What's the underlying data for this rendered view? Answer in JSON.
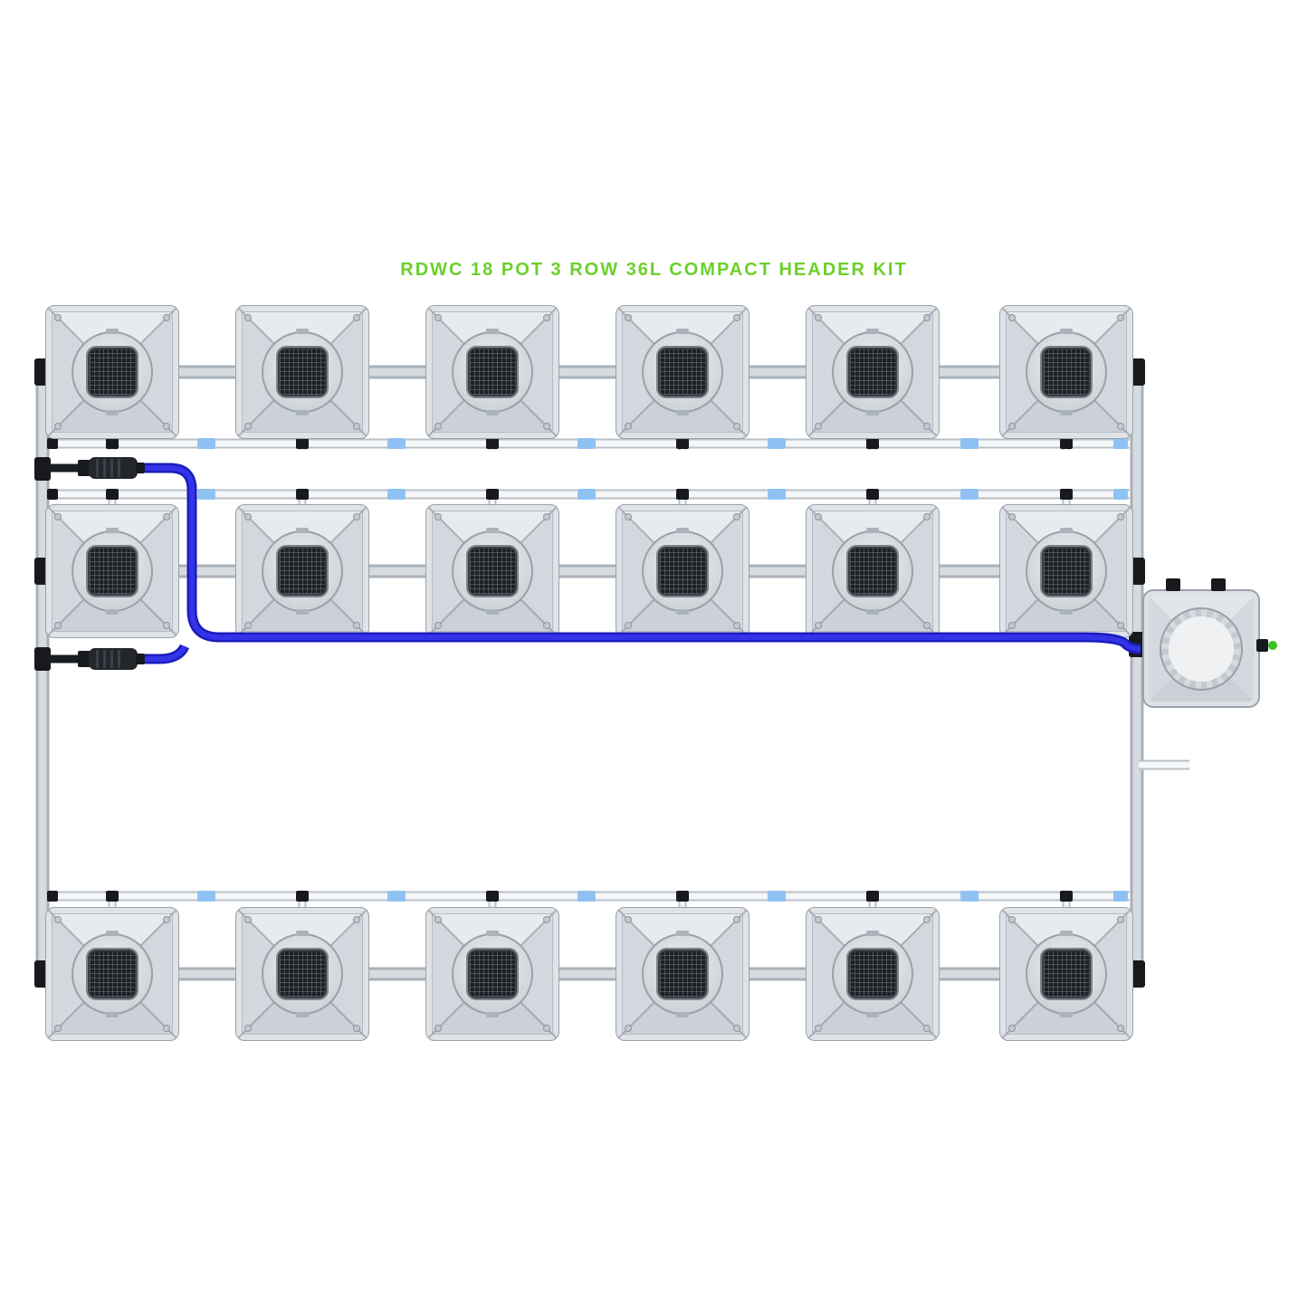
{
  "title": "RDWC 18 POT 3 ROW 36L COMPACT HEADER KIT",
  "grid": {
    "rows": 3,
    "pots_per_row": 6,
    "total_pots": 18
  },
  "colors": {
    "background": "#ffffff",
    "title_green": "#6bd02a",
    "pipe_gray": "#d6dbe0",
    "pipe_gray_dark": "#a9b1b8",
    "pipe_white": "#f5f7f8",
    "hose_blue": "#3333e8",
    "hose_blue_dark": "#1c1cbe",
    "fitting_black": "#17191d",
    "clip_blue": "#8fc2f2",
    "mesh_dark": "#1d2125",
    "port_green": "#3dc21f"
  }
}
